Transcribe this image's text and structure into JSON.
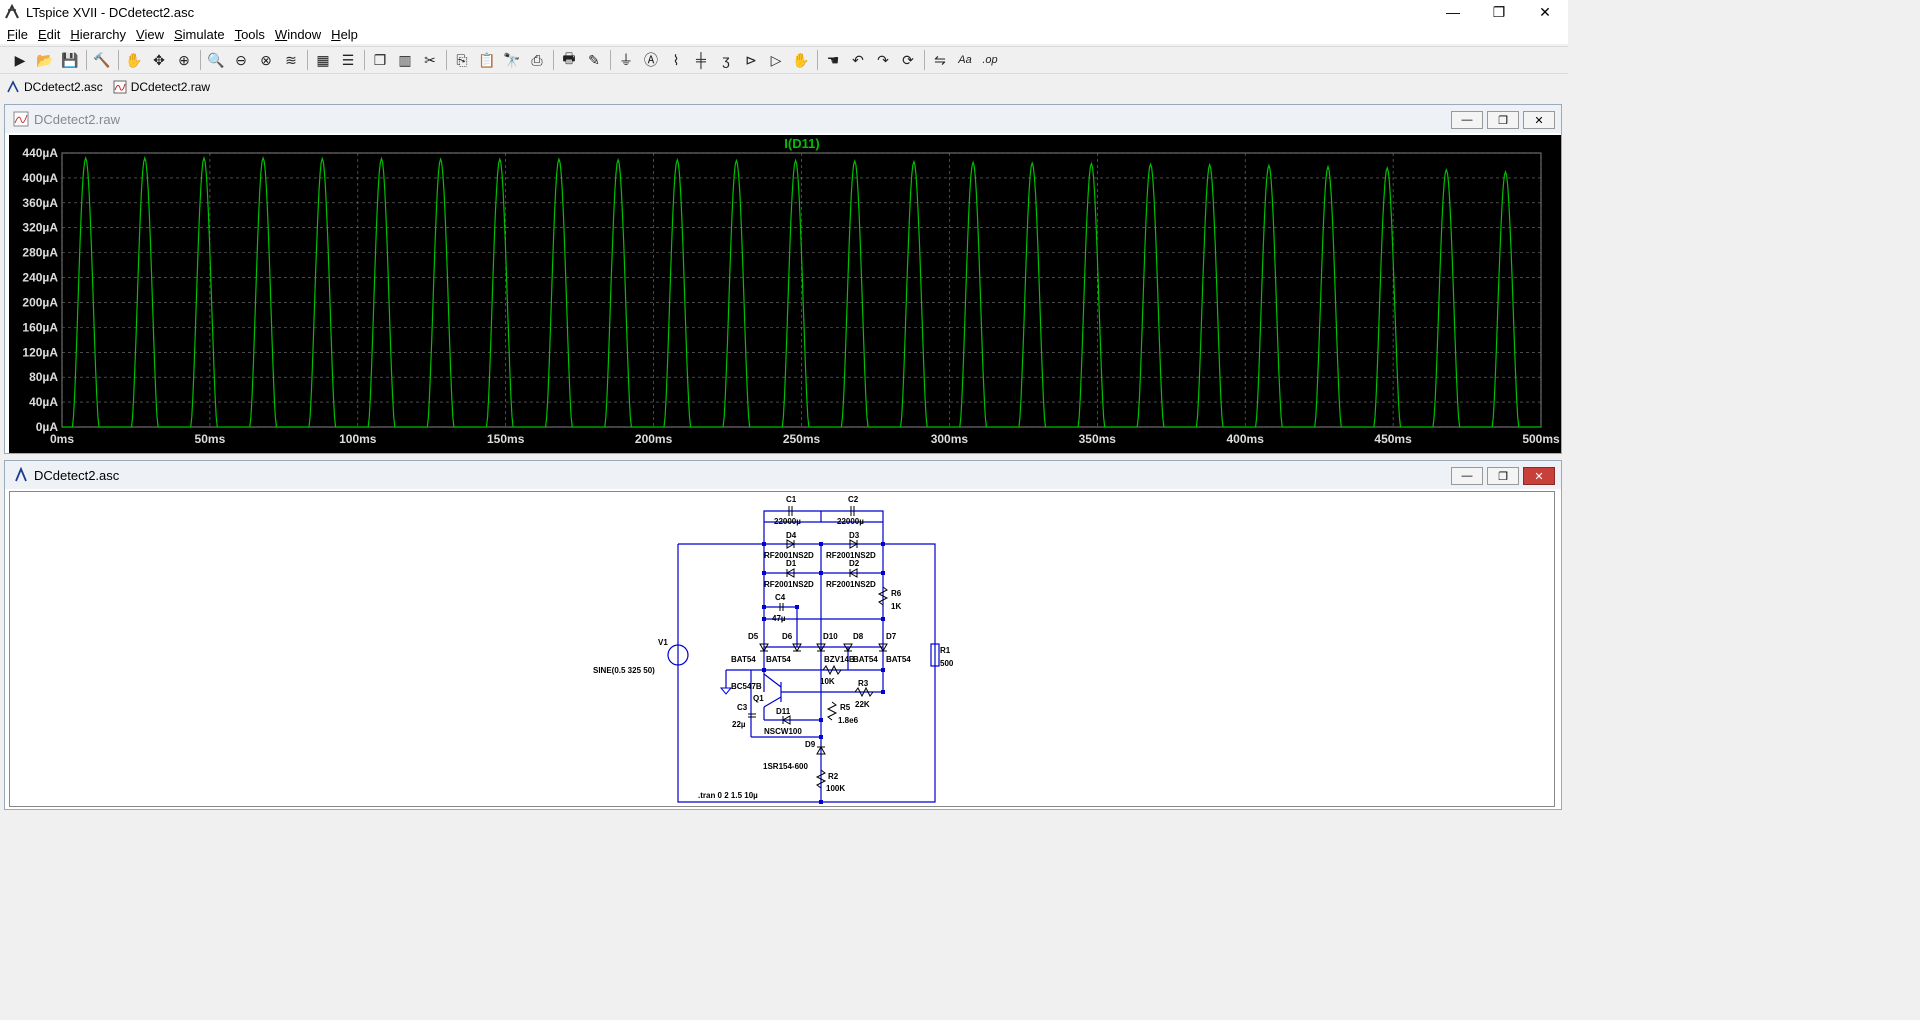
{
  "app": {
    "title": "LTspice XVII - DCdetect2.asc"
  },
  "menu": [
    "File",
    "Edit",
    "Hierarchy",
    "View",
    "Simulate",
    "Tools",
    "Window",
    "Help"
  ],
  "menu_underline": [
    "F",
    "E",
    "H",
    "V",
    "S",
    "T",
    "W",
    "H"
  ],
  "toolbar_icons": [
    "run-icon",
    "open-icon",
    "save-icon",
    "control-panel-icon",
    "halt-icon",
    "pan-icon",
    "zoom-in-icon",
    "zoom-area-icon",
    "zoom-out-icon",
    "zoom-fit-icon",
    "autorange-icon",
    "grid-icon",
    "tile-horizontal-icon",
    "cascade-icon",
    "tile-vertical-icon",
    "cut-icon",
    "copy-icon",
    "paste-icon",
    "find-icon",
    "print-icon",
    "print-setup-icon",
    "pencil-icon",
    "ground-icon",
    "label-icon",
    "resistor-icon",
    "capacitor-icon",
    "inductor-icon",
    "diode-icon",
    "component-icon",
    "move-icon",
    "drag-icon",
    "undo-icon",
    "redo-icon",
    "rotate-icon",
    "mirror-icon",
    "text-icon",
    "spice-directive-icon"
  ],
  "tabs": [
    {
      "label": "DCdetect2.asc",
      "icon": "schematic-icon"
    },
    {
      "label": "DCdetect2.raw",
      "icon": "waveform-icon"
    }
  ],
  "waveform_window": {
    "title": "DCdetect2.raw",
    "trace_name": "I(D11)",
    "trace_color": "#00c000"
  },
  "chart_data": {
    "type": "line",
    "title": "I(D11)",
    "xlabel": "",
    "ylabel": "",
    "x_ticks": [
      "0ms",
      "50ms",
      "100ms",
      "150ms",
      "200ms",
      "250ms",
      "300ms",
      "350ms",
      "400ms",
      "450ms",
      "500ms"
    ],
    "y_ticks": [
      "0µA",
      "40µA",
      "80µA",
      "120µA",
      "160µA",
      "200µA",
      "240µA",
      "280µA",
      "320µA",
      "360µA",
      "400µA",
      "440µA"
    ],
    "xlim": [
      0,
      500
    ],
    "ylim": [
      0,
      440
    ],
    "x_unit": "ms",
    "y_unit": "µA",
    "series": [
      {
        "name": "I(D11)",
        "color": "#00c000",
        "pulse_period_ms": 20,
        "pulse_width_ms": 9,
        "peak_times_ms": [
          8,
          28,
          48,
          68,
          88,
          108,
          128,
          148,
          168,
          188,
          208,
          228,
          248,
          268,
          288,
          308,
          328,
          348,
          368,
          388,
          408,
          428,
          448,
          468,
          488
        ],
        "peak_values_uA": [
          432,
          432,
          432,
          432,
          431,
          431,
          430,
          430,
          430,
          429,
          429,
          428,
          428,
          427,
          426,
          425,
          424,
          423,
          422,
          421,
          420,
          418,
          416,
          413,
          410
        ]
      }
    ],
    "grid": true
  },
  "schematic_window": {
    "title": "DCdetect2.asc",
    "labels": {
      "c1": "C1",
      "c1v": "22000µ",
      "c2": "C2",
      "c2v": "22000µ",
      "d4": "D4",
      "d4v": "RF2001NS2D",
      "d3": "D3",
      "d3v": "RF2001NS2D",
      "d1": "D1",
      "d1v": "RF2001NS2D",
      "d2": "D2",
      "d2v": "RF2001NS2D",
      "r6": "R6",
      "r6v": "1K",
      "c4": "C4",
      "c4v": "47µ",
      "d5": "D5",
      "d5v": "BAT54",
      "d6": "D6",
      "d6v": "BAT54",
      "d10": "D10",
      "d10v": "BZV14B",
      "d8": "D8",
      "d8v": "BAT54",
      "d7": "D7",
      "d7v": "BAT54",
      "v1": "V1",
      "v1v": "SINE(0.5 325 50)",
      "r1": "R1",
      "r1v": "500",
      "r4v": "10K",
      "r3": "R3",
      "r3v": "22K",
      "q1": "Q1",
      "q1v": "BC547B",
      "c3": "C3",
      "c3v": "22µ",
      "d11": "D11",
      "d11v": "NSCW100",
      "r5": "R5",
      "r5v": "1.8e6",
      "d9": "D9",
      "d9v": "1SR154-600",
      "r2": "R2",
      "r2v": "100K",
      "tran": ".tran 0 2 1.5 10µ"
    }
  }
}
